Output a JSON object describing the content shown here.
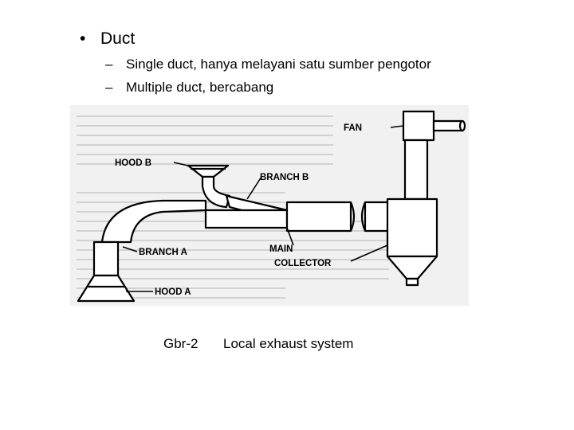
{
  "bullet": {
    "marker": "•",
    "text": "Duct"
  },
  "subbullets": [
    {
      "marker": "–",
      "text": "Single duct, hanya melayani satu sumber pengotor"
    },
    {
      "marker": "–",
      "text": "Multiple duct, bercabang"
    }
  ],
  "figure": {
    "labels": {
      "fan": "FAN",
      "hood_b": "HOOD B",
      "branch_b": "BRANCH B",
      "branch_a": "BRANCH A",
      "main": "MAIN",
      "collector": "COLLECTOR",
      "hood_a": "HOOD A"
    }
  },
  "caption": {
    "number": "Gbr-2",
    "text": "Local exhaust system"
  }
}
